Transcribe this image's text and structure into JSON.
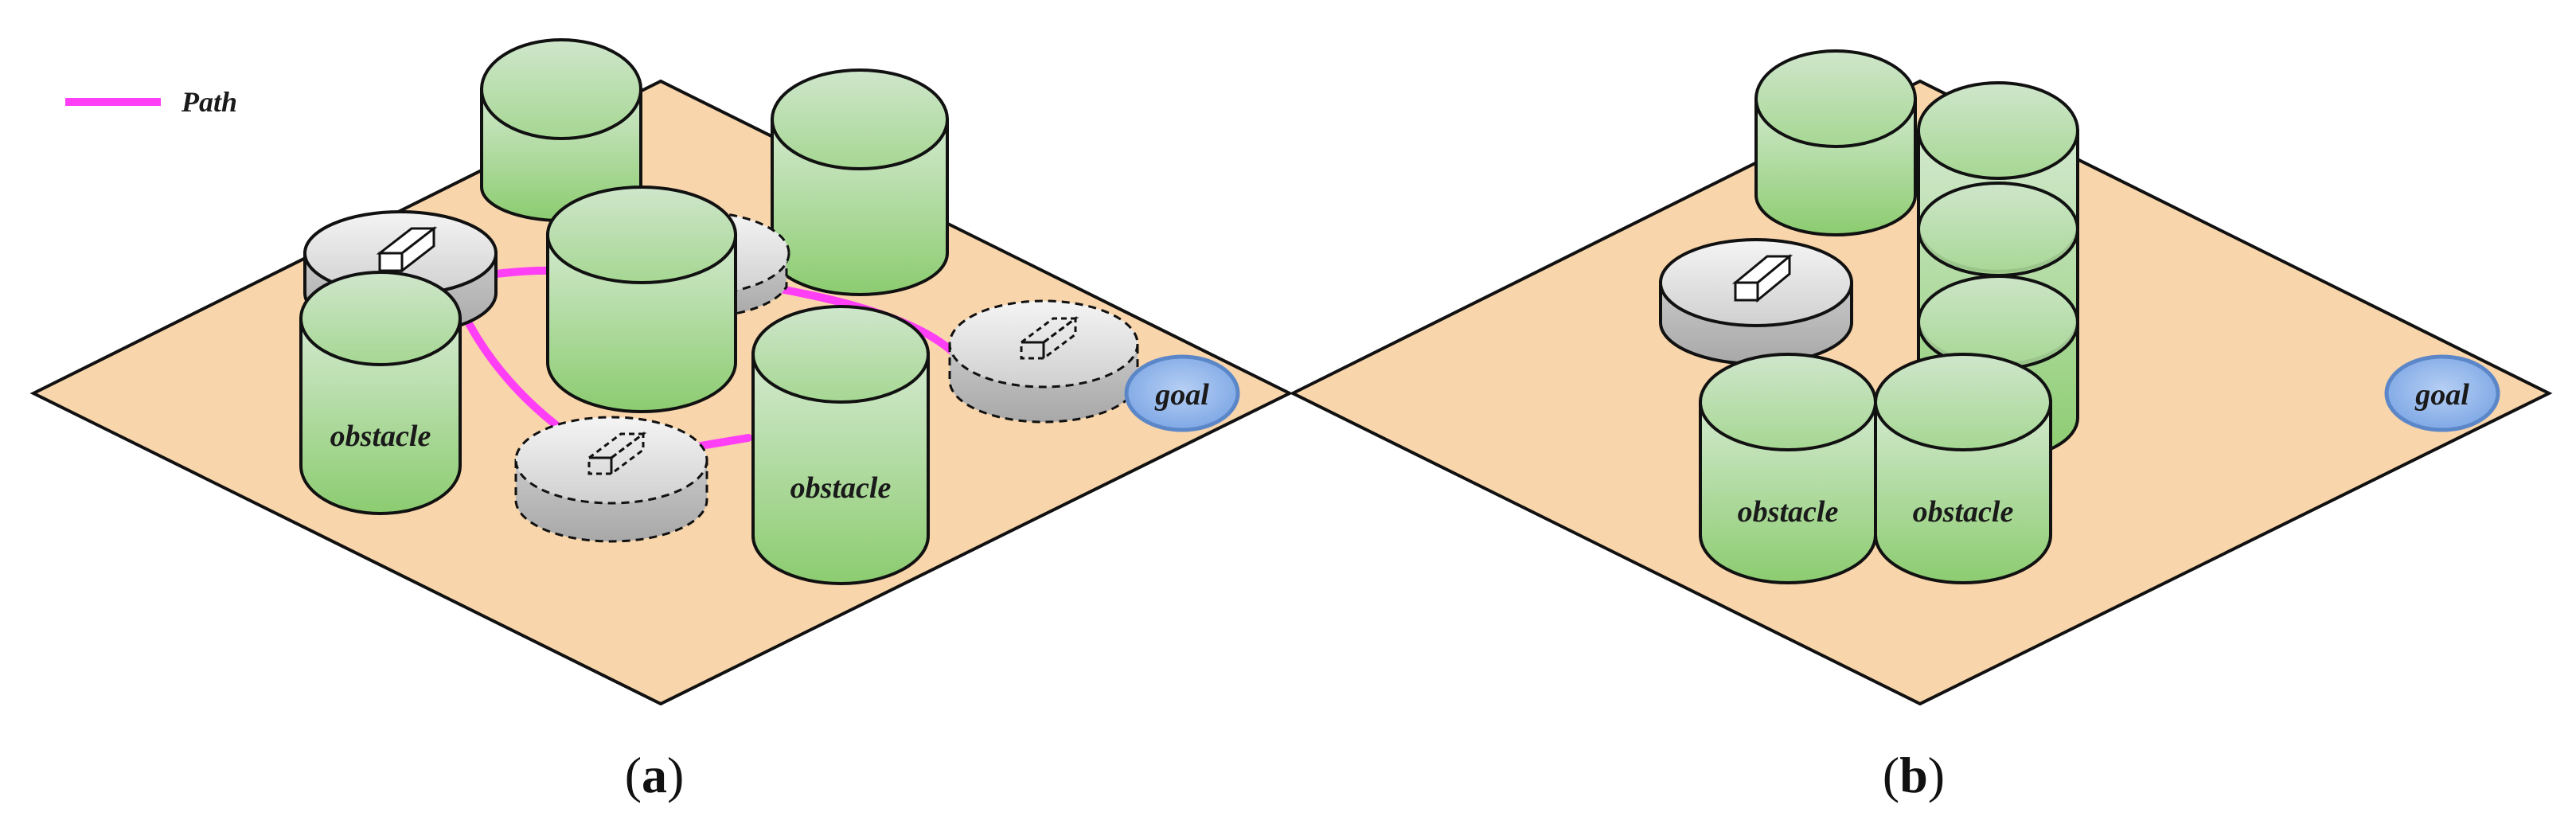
{
  "legend": {
    "path_label": "Path"
  },
  "colors": {
    "floor_fill": "#f8d5ab",
    "floor_stroke": "#111111",
    "path": "#ff3ff5",
    "obstacle_top": "#cde6c8",
    "obstacle_bottom": "#8ccc70",
    "robot_light": "#f2f2f2",
    "robot_dark": "#b5b5b5",
    "goal_fill": "#8fb6ea",
    "goal_stroke": "#5b87c9"
  },
  "panels": [
    {
      "id": "a",
      "caption_open": "(",
      "caption_letter": "a",
      "caption_close": ")",
      "obstacle_label": "obstacle",
      "goal_label": "goal",
      "path_shown": true
    },
    {
      "id": "b",
      "caption_open": "(",
      "caption_letter": "b",
      "caption_close": ")",
      "obstacle_label": "obstacle",
      "goal_label": "goal",
      "path_shown": false
    }
  ]
}
